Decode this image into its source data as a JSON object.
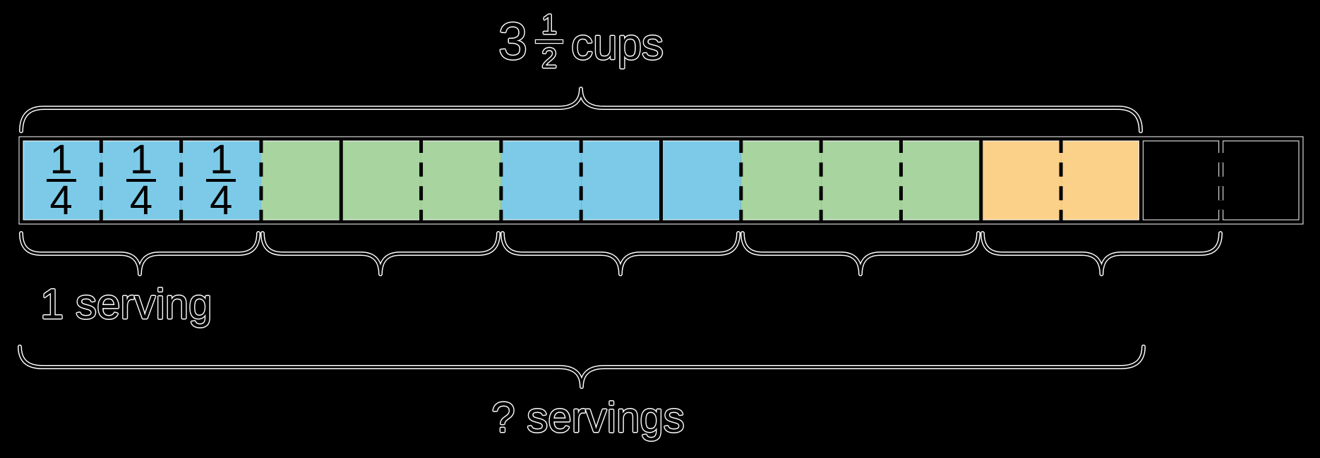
{
  "colors": {
    "background": "#000000",
    "blue": "#7CCAE8",
    "green": "#A8D49F",
    "orange": "#FBD089",
    "stroke": "#000000",
    "halo": "#FFFFFF"
  },
  "title": {
    "whole": "3",
    "numerator": "1",
    "denominator": "2",
    "unit": "cups"
  },
  "labels": {
    "one_serving": "1 serving",
    "question_servings": "? servings"
  },
  "bar": {
    "cells": [
      {
        "color": "blue",
        "numerator": "1",
        "denominator": "4"
      },
      {
        "color": "blue",
        "numerator": "1",
        "denominator": "4"
      },
      {
        "color": "blue",
        "numerator": "1",
        "denominator": "4"
      },
      {
        "color": "green"
      },
      {
        "color": "green"
      },
      {
        "color": "green"
      },
      {
        "color": "blue"
      },
      {
        "color": "blue"
      },
      {
        "color": "blue"
      },
      {
        "color": "green"
      },
      {
        "color": "green"
      },
      {
        "color": "green"
      },
      {
        "color": "orange"
      },
      {
        "color": "orange"
      },
      {
        "color": "none"
      },
      {
        "color": "none"
      }
    ],
    "solid_dividers_after_cell": [
      4,
      8,
      12,
      14
    ]
  },
  "chart_data": {
    "type": "tape-diagram",
    "title": "3 1/2 cups",
    "total_cups": 3.5,
    "cell_value_cups": 0.25,
    "num_cells_drawn": 16,
    "num_cells_filled": 14,
    "serving_size_cups": 0.75,
    "groups": [
      {
        "color": "blue",
        "cells": 3,
        "label": "1 serving"
      },
      {
        "color": "green",
        "cells": 3
      },
      {
        "color": "blue",
        "cells": 3
      },
      {
        "color": "green",
        "cells": 3
      },
      {
        "color": "orange",
        "cells": 2
      }
    ],
    "question_label": "? servings"
  }
}
